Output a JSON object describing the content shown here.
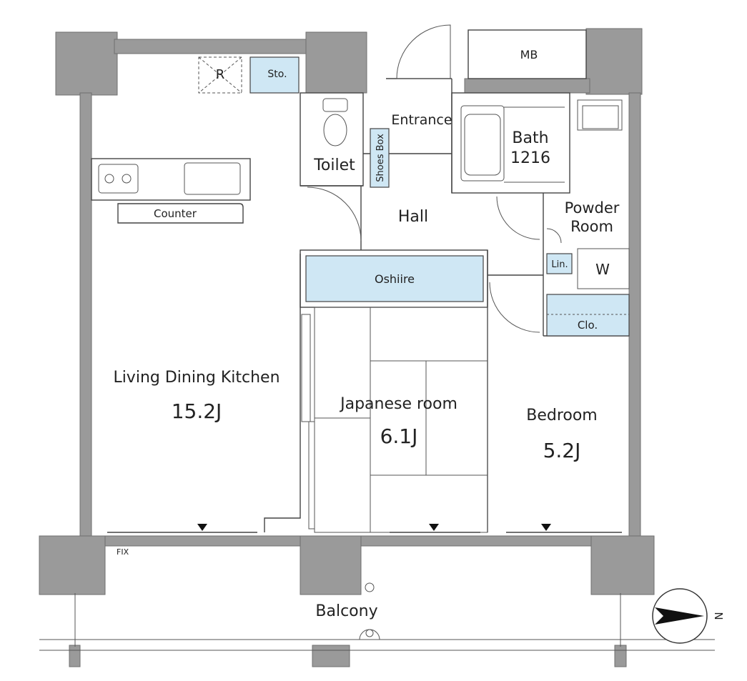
{
  "rooms": {
    "ldk_name": "Living Dining Kitchen",
    "ldk_size": "15.2J",
    "japanese_name": "Japanese room",
    "japanese_size": "6.1J",
    "bedroom_name": "Bedroom",
    "bedroom_size": "5.2J",
    "toilet": "Toilet",
    "entrance": "Entrance",
    "hall": "Hall",
    "bath_name": "Bath",
    "bath_size": "1216",
    "powder_line1": "Powder",
    "powder_line2": "Room",
    "balcony": "Balcony"
  },
  "fixtures": {
    "refrigerator": "R",
    "storage": "Sto.",
    "meter_box": "MB",
    "shoes_box": "Shoes Box",
    "counter": "Counter",
    "oshiire": "Oshiire",
    "linen": "Lin.",
    "washer": "W",
    "closet": "Clo.",
    "fix_window": "FIX"
  },
  "compass": {
    "label": "N"
  },
  "colors": {
    "storage_fill": "#cfe7f4",
    "wall_fill": "#9a9a9a"
  }
}
